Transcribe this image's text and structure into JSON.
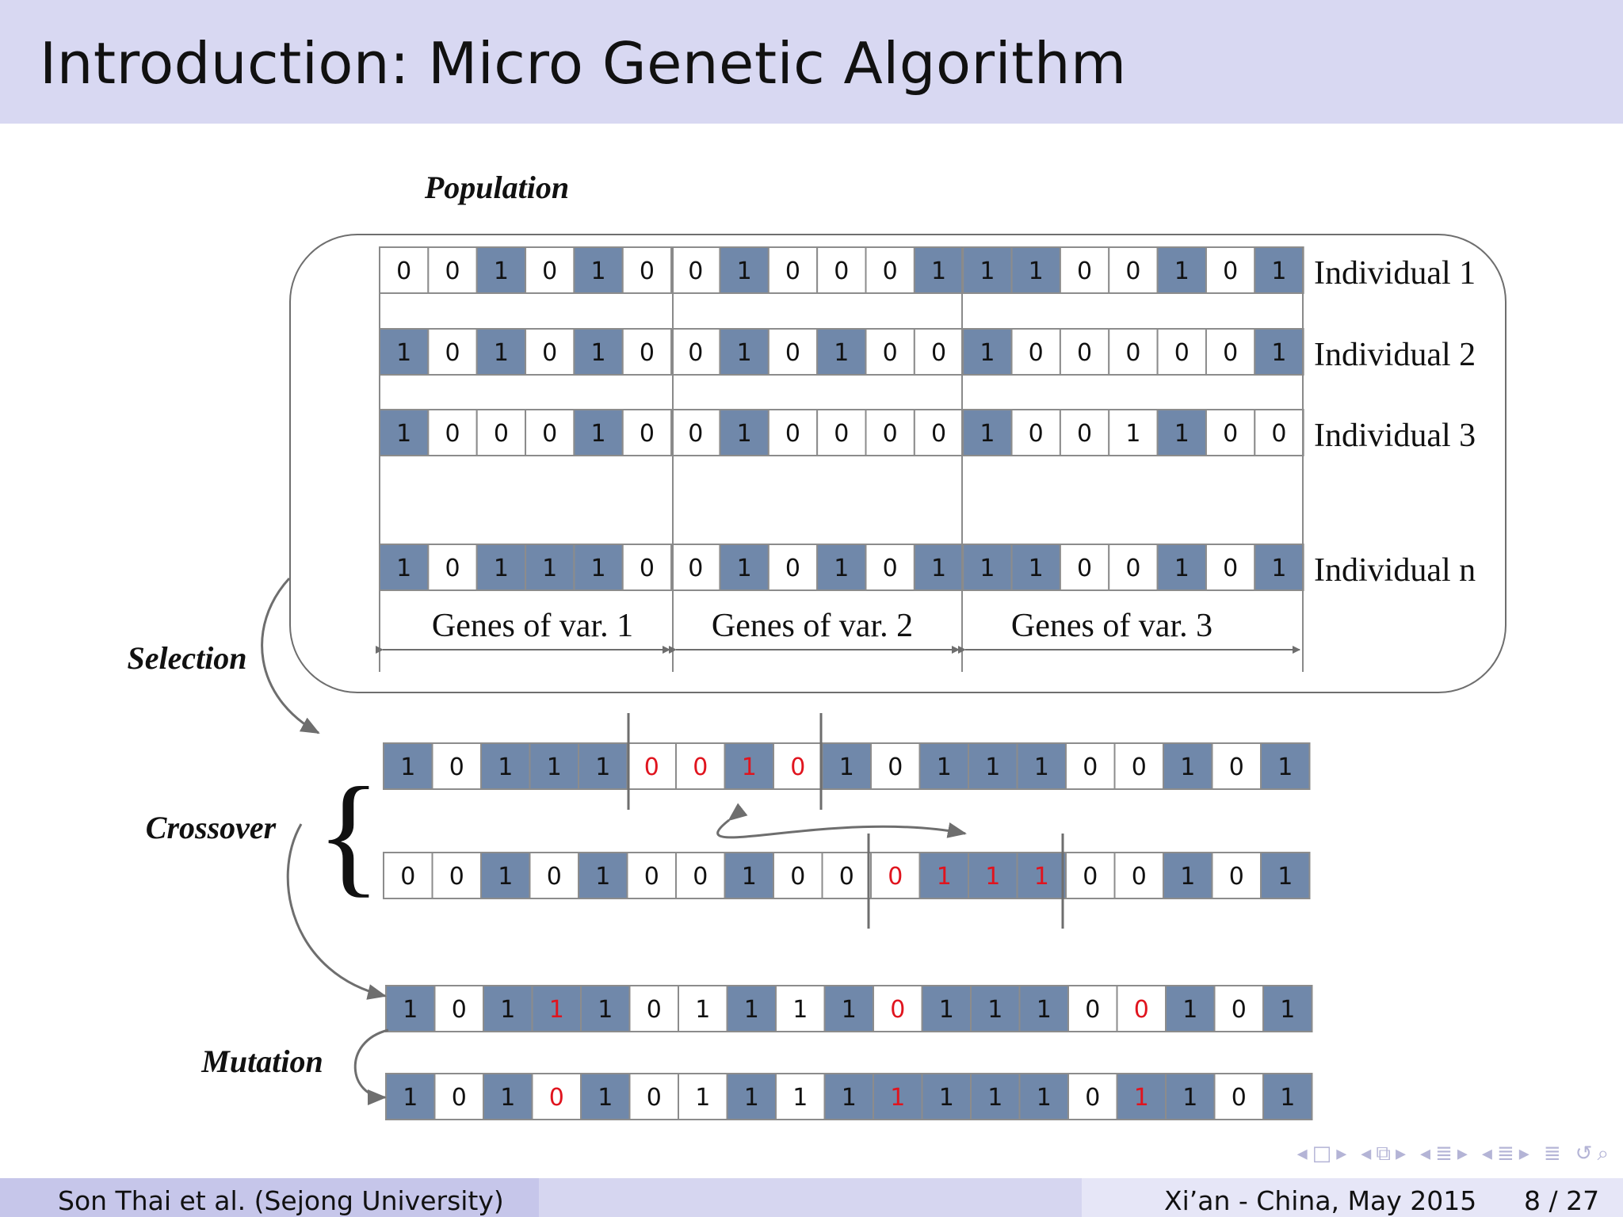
{
  "slide": {
    "title": "Introduction: Micro Genetic Algorithm",
    "footer_author": "Son Thai et al.  (Sejong University)",
    "footer_location": "Xi’an - China, May 2015",
    "footer_page": "8 / 27"
  },
  "diagram": {
    "population_label": "Population",
    "selection_label": "Selection",
    "crossover_label": "Crossover",
    "mutation_label": "Mutation",
    "individuals": [
      {
        "label": "Individual 1",
        "bits": [
          0,
          0,
          1,
          0,
          1,
          0,
          0,
          1,
          0,
          0,
          0,
          1,
          1,
          1,
          0,
          0,
          1,
          0,
          1
        ],
        "shaded": [
          0,
          0,
          1,
          0,
          1,
          0,
          0,
          1,
          0,
          0,
          0,
          1,
          1,
          1,
          0,
          0,
          1,
          0,
          1
        ]
      },
      {
        "label": "Individual 2",
        "bits": [
          1,
          0,
          1,
          0,
          1,
          0,
          0,
          1,
          0,
          1,
          0,
          0,
          1,
          0,
          0,
          0,
          0,
          0,
          1
        ],
        "shaded": [
          1,
          0,
          1,
          0,
          1,
          0,
          0,
          1,
          0,
          1,
          0,
          0,
          1,
          0,
          0,
          0,
          0,
          0,
          1
        ]
      },
      {
        "label": "Individual 3",
        "bits": [
          1,
          0,
          0,
          0,
          1,
          0,
          0,
          1,
          0,
          0,
          0,
          0,
          1,
          0,
          0,
          1,
          1,
          0,
          0
        ],
        "shaded": [
          1,
          0,
          0,
          0,
          1,
          0,
          0,
          1,
          0,
          0,
          0,
          0,
          1,
          0,
          0,
          0,
          1,
          0,
          0
        ]
      },
      {
        "label": "Individual n",
        "bits": [
          1,
          0,
          1,
          1,
          1,
          0,
          0,
          1,
          0,
          1,
          0,
          1,
          1,
          1,
          0,
          0,
          1,
          0,
          1
        ],
        "shaded": [
          1,
          0,
          1,
          1,
          1,
          0,
          0,
          1,
          0,
          1,
          0,
          1,
          1,
          1,
          0,
          0,
          1,
          0,
          1
        ]
      }
    ],
    "gene_groups": [
      "Genes of var. 1",
      "Genes of var. 2",
      "Genes of var. 3"
    ],
    "crossover_rows": [
      {
        "bits": [
          1,
          0,
          1,
          1,
          1,
          0,
          0,
          1,
          0,
          1,
          0,
          1,
          1,
          1,
          0,
          0,
          1,
          0,
          1
        ],
        "shaded": [
          1,
          0,
          1,
          1,
          1,
          0,
          0,
          1,
          0,
          1,
          0,
          1,
          1,
          1,
          0,
          0,
          1,
          0,
          1
        ],
        "red": [
          0,
          0,
          0,
          0,
          0,
          1,
          1,
          1,
          1,
          0,
          0,
          0,
          0,
          0,
          0,
          0,
          0,
          0,
          0
        ]
      },
      {
        "bits": [
          0,
          0,
          1,
          0,
          1,
          0,
          0,
          1,
          0,
          0,
          0,
          1,
          1,
          1,
          0,
          0,
          1,
          0,
          1
        ],
        "shaded": [
          0,
          0,
          1,
          0,
          1,
          0,
          0,
          1,
          0,
          0,
          0,
          1,
          1,
          1,
          0,
          0,
          1,
          0,
          1
        ],
        "red": [
          0,
          0,
          0,
          0,
          0,
          0,
          0,
          0,
          0,
          0,
          1,
          1,
          1,
          1,
          0,
          0,
          0,
          0,
          0
        ]
      }
    ],
    "mutation_rows": [
      {
        "bits": [
          1,
          0,
          1,
          1,
          1,
          0,
          1,
          1,
          1,
          1,
          0,
          1,
          1,
          1,
          0,
          0,
          1,
          0,
          1
        ],
        "shaded": [
          1,
          0,
          1,
          1,
          1,
          0,
          0,
          1,
          0,
          1,
          0,
          1,
          1,
          1,
          0,
          0,
          1,
          0,
          1
        ],
        "red": [
          0,
          0,
          0,
          1,
          0,
          0,
          0,
          0,
          0,
          0,
          1,
          0,
          0,
          0,
          0,
          1,
          0,
          0,
          0
        ]
      },
      {
        "bits": [
          1,
          0,
          1,
          0,
          1,
          0,
          1,
          1,
          1,
          1,
          1,
          1,
          1,
          1,
          0,
          1,
          1,
          0,
          1
        ],
        "shaded": [
          1,
          0,
          1,
          0,
          1,
          0,
          0,
          1,
          0,
          1,
          1,
          1,
          1,
          1,
          0,
          1,
          1,
          0,
          1
        ],
        "red": [
          0,
          0,
          0,
          1,
          0,
          0,
          0,
          0,
          0,
          0,
          1,
          0,
          0,
          0,
          0,
          1,
          0,
          0,
          0
        ]
      }
    ],
    "colors": {
      "shaded_cell": "#7088aa",
      "red_bit": "#e0141e",
      "line": "#6e6e6e"
    }
  },
  "nav_icons": [
    "nav-prev-frame-icon",
    "nav-frame-icon",
    "nav-next-frame-icon",
    "nav-prev-subsection-icon",
    "nav-subsection-icon",
    "nav-next-subsection-icon",
    "nav-prev-section-icon",
    "nav-section-icon",
    "nav-next-section-icon",
    "nav-prev-doc-icon",
    "nav-doc-icon",
    "nav-next-doc-icon",
    "nav-outline-icon",
    "nav-back-icon",
    "nav-search-icon"
  ]
}
